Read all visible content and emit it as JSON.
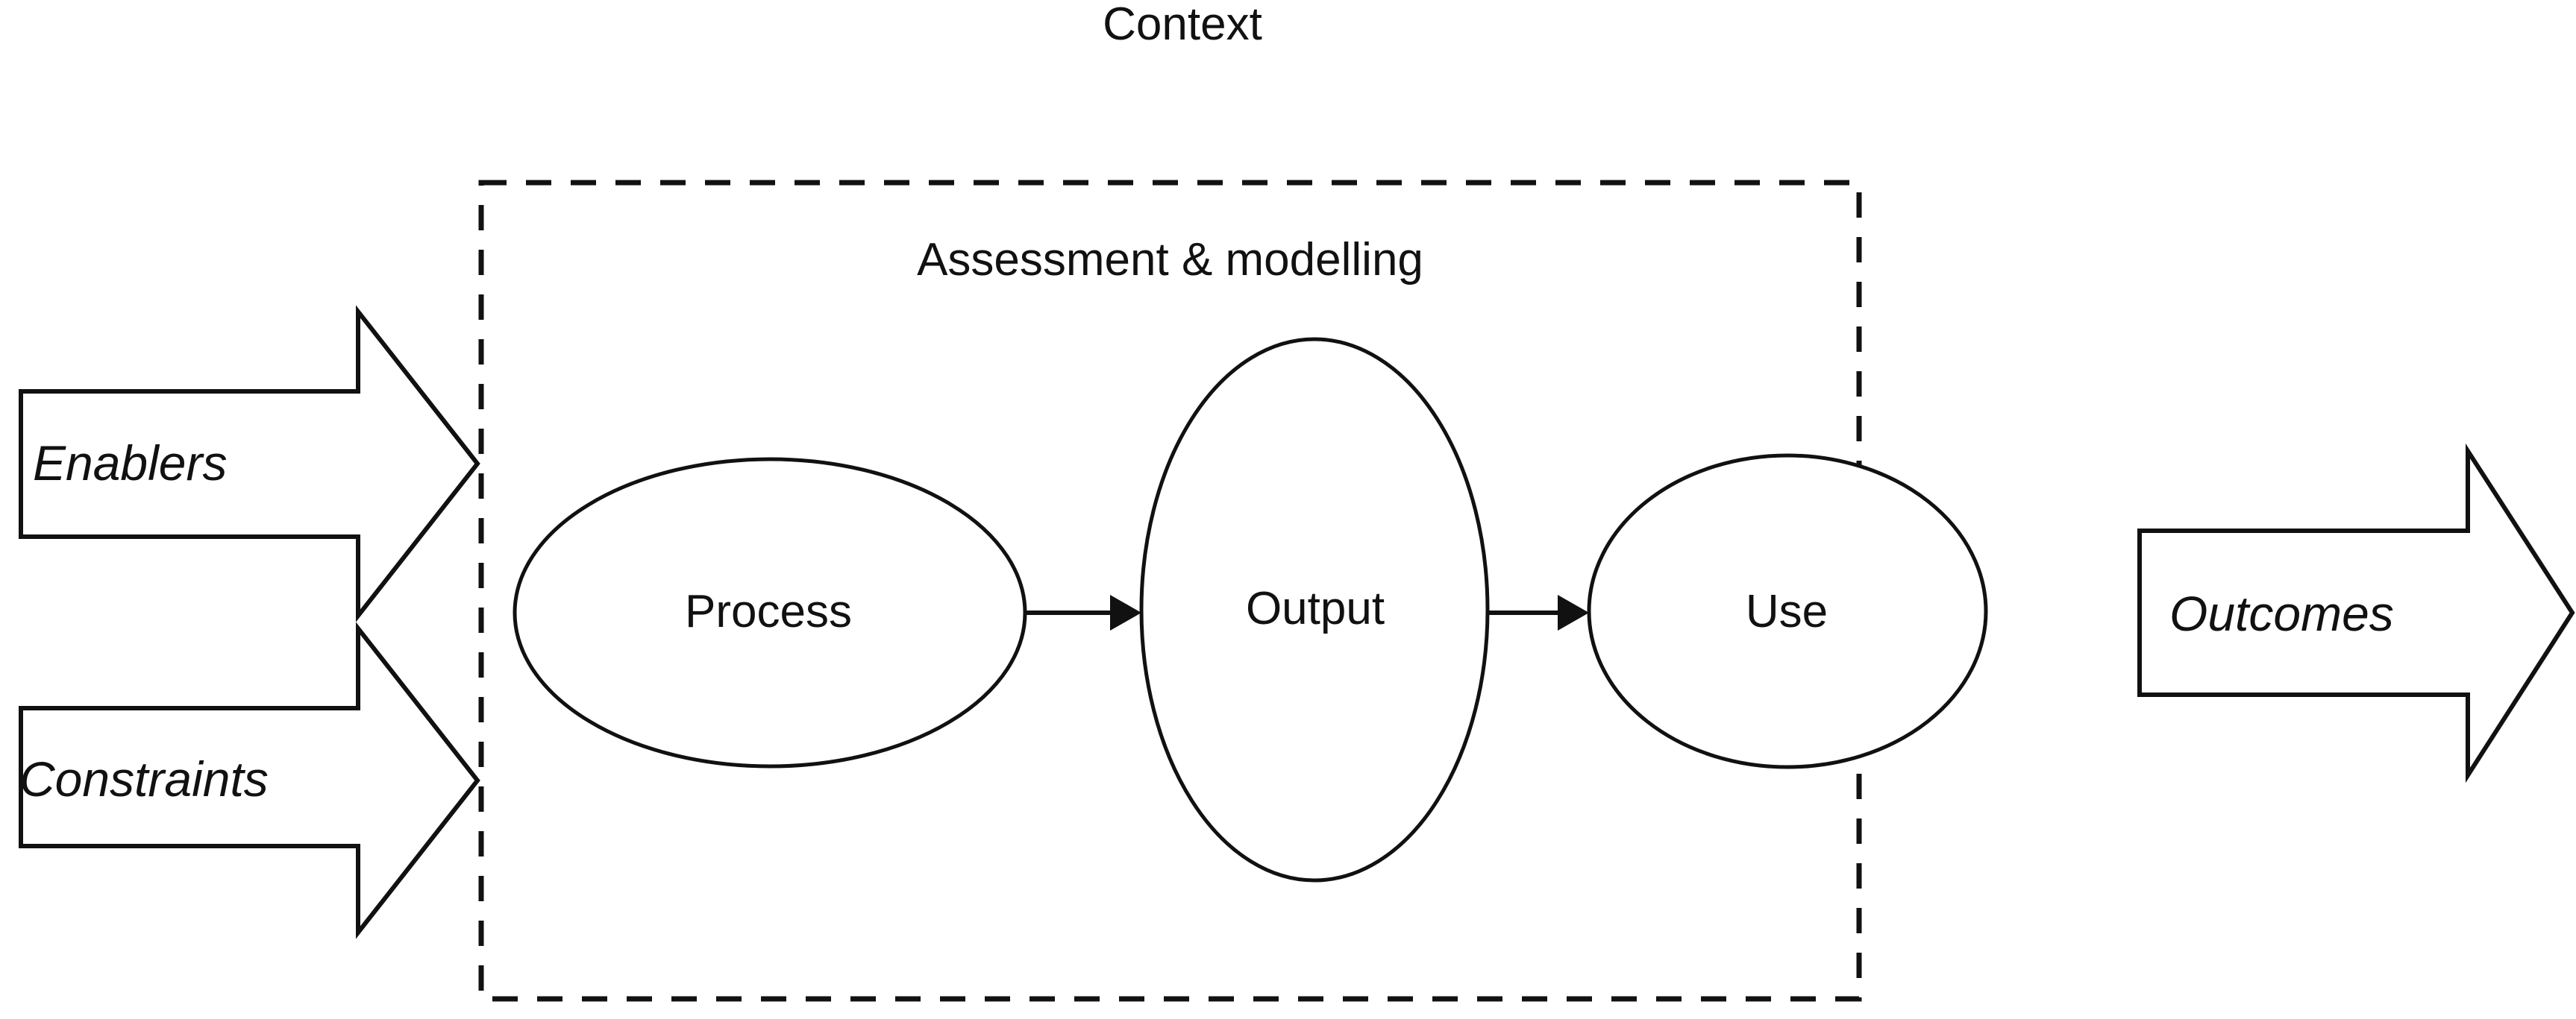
{
  "diagram": {
    "title": "Context",
    "frame_label": "Assessment & modelling",
    "stroke_color": "#111111",
    "background_color": "#ffffff",
    "nodes": [
      {
        "id": "process",
        "label": "Process",
        "shape": "ellipse"
      },
      {
        "id": "output",
        "label": "Output",
        "shape": "ellipse"
      },
      {
        "id": "use",
        "label": "Use",
        "shape": "ellipse"
      }
    ],
    "inputs": [
      {
        "id": "enablers",
        "label": "Enablers",
        "shape": "block-arrow",
        "style": "italic"
      },
      {
        "id": "constraints",
        "label": "Constraints",
        "shape": "block-arrow",
        "style": "italic"
      }
    ],
    "outputs": [
      {
        "id": "outcomes",
        "label": "Outcomes",
        "shape": "block-arrow",
        "style": "italic"
      }
    ],
    "connectors": [
      {
        "from": "process",
        "to": "output",
        "type": "arrow"
      },
      {
        "from": "output",
        "to": "use",
        "type": "arrow"
      }
    ],
    "boundary": {
      "id": "context-boundary",
      "style": "dashed",
      "label": "Assessment & modelling"
    }
  }
}
